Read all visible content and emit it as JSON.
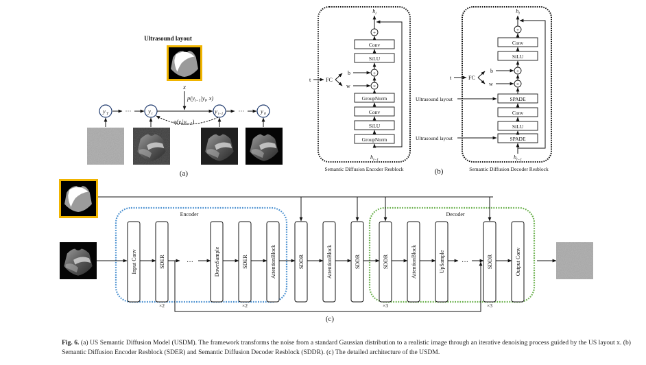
{
  "panel_a": {
    "layout_title": "Ultrasound layout",
    "x_label": "x",
    "p_label": "p(y",
    "p_label_full": "p(y_{t-1} | y_t, x)",
    "q_label_full": "q(y_t | y_{t-1})",
    "nodes": [
      "y_T",
      "y_t",
      "y_{t-1}",
      "y_0"
    ],
    "node_main": [
      "y",
      "y",
      "y",
      "y"
    ],
    "node_sub": [
      "T",
      "t",
      "t−1",
      "0"
    ],
    "ellipsis": "···",
    "panel_label": "(a)"
  },
  "panel_b": {
    "encoder": {
      "title": "Semantic Diffusion Encoder Resblock",
      "top_label": "h",
      "top_sub": "l",
      "bottom_label": "h",
      "bottom_sub": "l−1",
      "t_label": "t",
      "fc_label": "FC",
      "b_label": "b",
      "w_label": "w",
      "blocks_top_to_bottom": [
        "Conv",
        "SiLU",
        "GroupNorm",
        "Conv",
        "SiLU",
        "GroupNorm"
      ],
      "plus_symbol": "+",
      "times_symbol": "×"
    },
    "decoder": {
      "title": "Semantic Diffusion Decoder Resblock",
      "top_label": "h",
      "top_sub": "l",
      "bottom_label": "h",
      "bottom_sub": "l−1",
      "t_label": "t",
      "fc_label": "FC",
      "b_label": "b",
      "w_label": "w",
      "layout_input_1": "Ultrasound layout",
      "layout_input_2": "Ultrasound layout",
      "blocks_top_to_bottom": [
        "Conv",
        "SiLU",
        "SPADE",
        "Conv",
        "SiLU",
        "SPADE"
      ],
      "plus_symbol": "+",
      "times_symbol": "×"
    },
    "panel_label": "(b)"
  },
  "panel_c": {
    "encoder_label": "Encoder",
    "decoder_label": "Decoder",
    "blocks": [
      {
        "label": "Input Conv",
        "mult": ""
      },
      {
        "label": "SDER",
        "mult": "×2"
      },
      {
        "label": "DownSample",
        "mult": ""
      },
      {
        "label": "SDER",
        "mult": "×2"
      },
      {
        "label": "AttentionBlock",
        "mult": ""
      },
      {
        "label": "SDDR",
        "mult": ""
      },
      {
        "label": "AttentionBlock",
        "mult": ""
      },
      {
        "label": "SDDR",
        "mult": ""
      },
      {
        "label": "SDDR",
        "mult": "×3"
      },
      {
        "label": "AttentionBlock",
        "mult": ""
      },
      {
        "label": "UpSample",
        "mult": ""
      },
      {
        "label": "SDDR",
        "mult": "×3"
      },
      {
        "label": "Output Conv",
        "mult": ""
      }
    ],
    "ellipsis": "···",
    "panel_label": "(c)",
    "colors": {
      "encoder_border": "#4a90d0",
      "decoder_border": "#6ab04c",
      "layout_frame": "#f0b400",
      "node_circle": "#1f3a6e"
    }
  },
  "caption": {
    "fig_label": "Fig. 6.",
    "text": " (a) US Semantic Diffusion Model (USDM). The framework transforms the noise from a standard Gaussian distribution to a realistic image through an iterative denoising process guided by the US layout x. (b) Semantic Diffusion Encoder Resblock (SDER) and Semantic Diffusion Decoder Resblock (SDDR). (c) The detailed architecture of the USDM."
  }
}
